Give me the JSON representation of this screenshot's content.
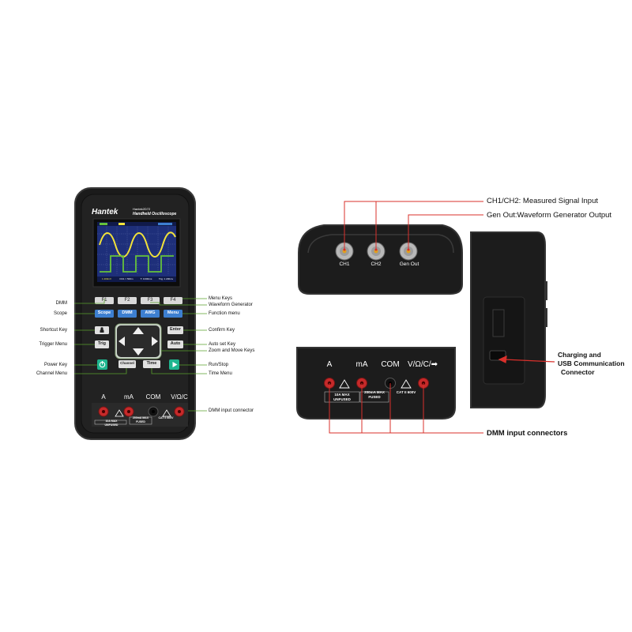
{
  "device": {
    "brand": "Hantek",
    "model": "Hantek2D72",
    "subtitle": "Handheld Oscilloscope",
    "fkeys": [
      "F1",
      "F2",
      "F3",
      "F4"
    ],
    "mode_keys": [
      "Scope",
      "DMM",
      "AWG",
      "Menu"
    ],
    "side_keys": {
      "trig": "Trig",
      "enter": "Enter",
      "auto": "Auto",
      "channel": "Channel",
      "time": "Time"
    },
    "jacks": [
      "A",
      "mA",
      "COM",
      "V/Ω/C"
    ],
    "ratings": [
      "10A MAX",
      "200mA MAX",
      "CAT II 600V"
    ],
    "unfused": "UNFUSED",
    "fused": "FUSED",
    "screen_status": [
      "1 200mV",
      "DC1 = 500m",
      "T: 0.000ms",
      "Trig: 1 200mv"
    ]
  },
  "callouts_left": [
    "DMM",
    "Scope",
    "Shortcut Key",
    "Trigger Menu",
    "Power Key",
    "Channel Menu"
  ],
  "callouts_right": [
    "Menu Keys",
    "Waveform Generator",
    "Function menu",
    "Confirm Key",
    "Auto set Key",
    "Zoom and Move Keys",
    "Run/Stop",
    "Time Menu",
    "DMM input connector"
  ],
  "top_view": {
    "connectors": [
      "CH1",
      "CH2",
      "Gen Out"
    ],
    "label_ch": "CH1/CH2: Measured Signal Input",
    "label_gen": "Gen Out:Waveform Generator Output"
  },
  "side_view": {
    "label_lines": [
      "Charging and",
      "USB Communication",
      "Connector"
    ]
  },
  "bottom_view": {
    "jacks": [
      "A",
      "mA",
      "COM",
      "V/Ω/C/➡"
    ],
    "ratings": [
      "10A MAX",
      "200mA MAX",
      "CAT II 600V"
    ],
    "unfused": "UNFUSED",
    "fused": "FUSED",
    "label": "DMM input connectors"
  },
  "colors": {
    "callout_line": "#5aa02c",
    "red_line": "#d9302b",
    "body": "#1b1b1b",
    "screen_bg": "#1e2f7a",
    "wave_yellow": "#f2e33a",
    "wave_green": "#66c23b",
    "key_blue": "#3d7fd0"
  }
}
